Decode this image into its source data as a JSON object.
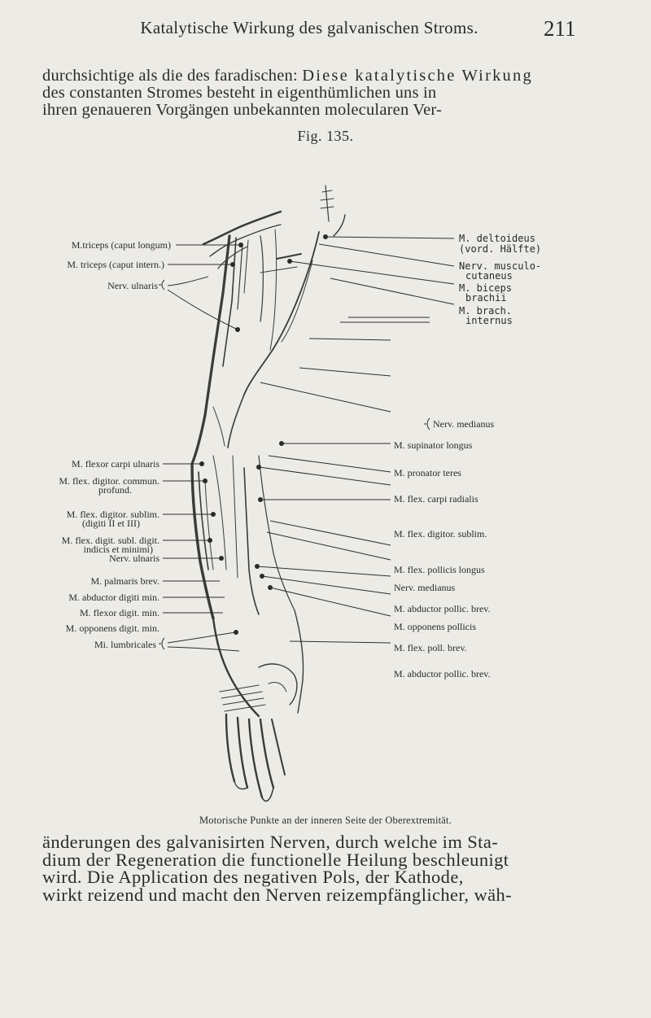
{
  "header": {
    "title": "Katalytische Wirkung des galvanischen Stroms.",
    "page_number": "211"
  },
  "body_top": [
    {
      "pre": "durchsichtige als die des faradischen: ",
      "emph": "Diese katalytische Wirkung"
    },
    {
      "pre": "",
      "emph": "des constanten Stromes besteht in eigenthümlichen uns in"
    },
    {
      "pre": "",
      "emph": "ihren genaueren Vorgängen unbekannten molecularen Ver-"
    }
  ],
  "figure": {
    "label": "Fig. 135.",
    "caption": "Motorische Punkte an der inneren Seite der Oberextremität.",
    "labels_left": [
      [
        "M.triceps (caput longum)"
      ],
      [
        "M. triceps (caput intern.)"
      ],
      [
        "Nerv. ulnaris"
      ],
      [
        "M. flexor carpi ulnaris"
      ],
      [
        "M. flex. digitor. commun.",
        "profund."
      ],
      [
        "M. flex. digitor. sublim.",
        "(digiti II et III)"
      ],
      [
        "M. flex. digit. subl. digit.",
        "indicis et minimi)"
      ],
      [
        "Nerv. ulnaris"
      ],
      [
        "M. palmaris brev."
      ],
      [
        "M. abductor digiti min."
      ],
      [
        "M. flexor digit. min."
      ],
      [
        "M. opponens digit. min."
      ],
      [
        "Mi. lumbricales"
      ]
    ],
    "labels_right": [
      [
        "M. deltoideus",
        "(vord. Hälfte)"
      ],
      [
        "Nerv. musculo-",
        "cutaneus"
      ],
      [
        "M. biceps",
        "brachii"
      ],
      [
        "M. brach.",
        "internus"
      ],
      [
        "Nerv. medianus"
      ],
      [
        "M. supinator longus"
      ],
      [
        "M. pronator teres"
      ],
      [
        "M. flex. carpi radialis"
      ],
      [
        "M. flex. digitor. sublim."
      ],
      [
        "M. flex. pollicis longus"
      ],
      [
        "Nerv. medianus"
      ],
      [
        "M. abductor pollic. brev."
      ],
      [
        "M. opponens pollicis"
      ],
      [
        "M. flex. poll. brev."
      ],
      [
        "M. abductor pollic. brev."
      ]
    ]
  },
  "body_bottom": [
    "änderungen des galvanisirten Nerven, durch welche im Sta-",
    "dium der Regeneration die functionelle Heilung beschleunigt",
    "wird. Die Application des negativen Pols, der Kathode,",
    "wirkt reizend und macht den Nerven reizempfänglicher, wäh-"
  ]
}
